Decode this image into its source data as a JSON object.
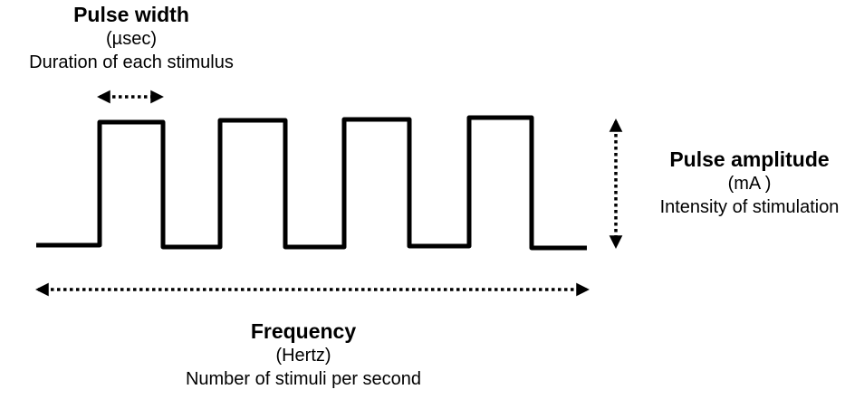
{
  "pulse_width": {
    "title": "Pulse width",
    "unit": "(µsec)",
    "description": "Duration of each stimulus"
  },
  "pulse_amplitude": {
    "title": "Pulse amplitude",
    "unit": "(mA )",
    "description": "Intensity of stimulation"
  },
  "frequency": {
    "title": "Frequency",
    "unit": "(Hertz)",
    "description": "Number of stimuli per second"
  },
  "waveform": {
    "type": "square-wave",
    "pulse_count": 4,
    "stroke_color": "#000000"
  },
  "arrows": {
    "style": "dotted-double-headed",
    "color": "#000000"
  }
}
